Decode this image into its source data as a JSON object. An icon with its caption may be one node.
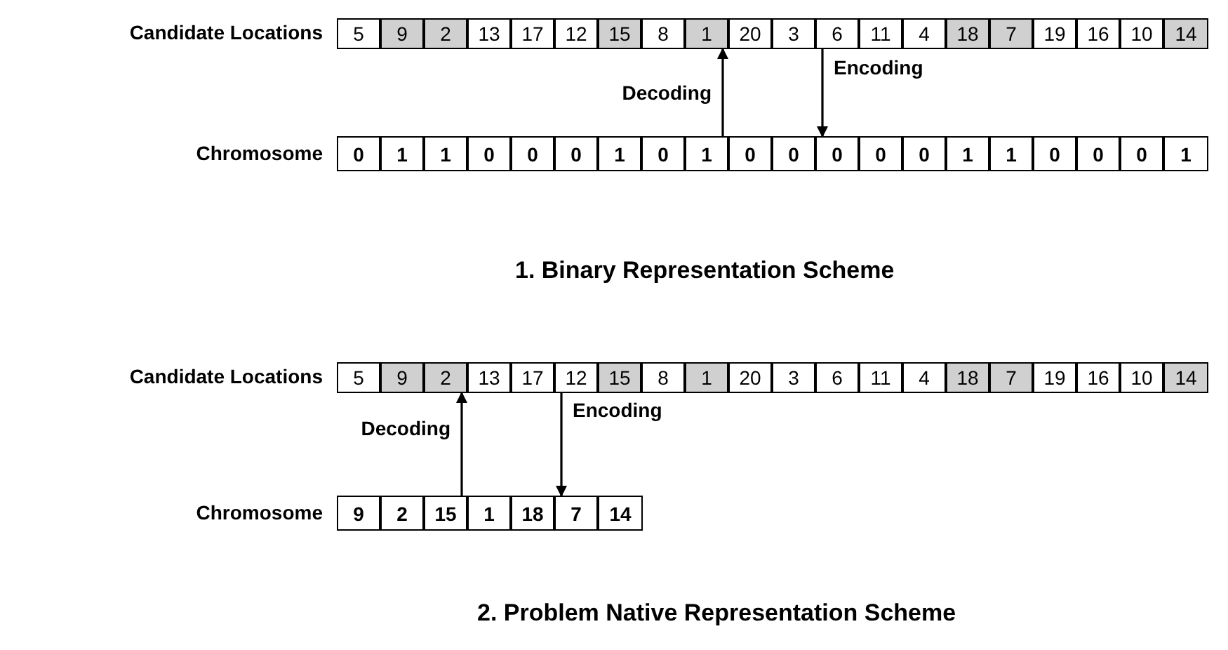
{
  "diagram": {
    "nodes": [
      {
        "text": [
          "5"
        ]
      },
      {
        "text": [
          "9"
        ]
      },
      {
        "text": [
          "2"
        ]
      },
      {
        "text": [
          "13"
        ]
      },
      {
        "text": [
          "17"
        ]
      },
      {
        "text": [
          "12"
        ]
      },
      {
        "text": [
          "15"
        ]
      },
      {
        "text": [
          "8"
        ]
      },
      {
        "text": [
          "1"
        ]
      },
      {
        "text": [
          "20"
        ]
      },
      {
        "text": [
          "3"
        ]
      },
      {
        "text": [
          "6"
        ]
      },
      {
        "text": [
          "11"
        ]
      },
      {
        "text": [
          "4"
        ]
      },
      {
        "text": [
          "18"
        ]
      },
      {
        "text": [
          "7"
        ]
      },
      {
        "text": [
          "19"
        ]
      },
      {
        "text": [
          "16"
        ]
      },
      {
        "text": [
          "10"
        ]
      },
      {
        "text": [
          "14"
        ]
      },
      {
        "text": [
          "0"
        ]
      },
      {
        "text": [
          "1"
        ]
      },
      {
        "text": [
          "1"
        ]
      },
      {
        "text": [
          "0"
        ]
      },
      {
        "text": [
          "0"
        ]
      },
      {
        "text": [
          "0"
        ]
      },
      {
        "text": [
          "1"
        ]
      },
      {
        "text": [
          "0"
        ]
      },
      {
        "text": [
          "1"
        ]
      },
      {
        "text": [
          "0"
        ]
      },
      {
        "text": [
          "0"
        ]
      },
      {
        "text": [
          "0"
        ]
      },
      {
        "text": [
          "0"
        ]
      },
      {
        "text": [
          "0"
        ]
      },
      {
        "text": [
          "1"
        ]
      },
      {
        "text": [
          "1"
        ]
      },
      {
        "text": [
          "0"
        ]
      },
      {
        "text": [
          "0"
        ]
      },
      {
        "text": [
          "0"
        ]
      },
      {
        "text": [
          "1"
        ]
      },
      {
        "text": [
          "5"
        ]
      },
      {
        "text": [
          "9"
        ]
      },
      {
        "text": [
          "2"
        ]
      },
      {
        "text": [
          "13"
        ]
      },
      {
        "text": [
          "17"
        ]
      },
      {
        "text": [
          "12"
        ]
      },
      {
        "text": [
          "15"
        ]
      },
      {
        "text": [
          "8"
        ]
      },
      {
        "text": [
          "1"
        ]
      },
      {
        "text": [
          "20"
        ]
      },
      {
        "text": [
          "3"
        ]
      },
      {
        "text": [
          "6"
        ]
      },
      {
        "text": [
          "11"
        ]
      },
      {
        "text": [
          "4"
        ]
      },
      {
        "text": [
          "18"
        ]
      },
      {
        "text": [
          "7"
        ]
      },
      {
        "text": [
          "19"
        ]
      },
      {
        "text": [
          "16"
        ]
      },
      {
        "text": [
          "10"
        ]
      },
      {
        "text": [
          "14"
        ]
      },
      {
        "text": [
          "9"
        ]
      },
      {
        "text": [
          "2"
        ]
      },
      {
        "text": [
          "15"
        ]
      },
      {
        "text": [
          "1"
        ]
      },
      {
        "text": [
          "18"
        ]
      },
      {
        "text": [
          "7"
        ]
      },
      {
        "text": [
          "14"
        ]
      }
    ],
    "edges": [
      {
        "from": 28,
        "to": 8,
        "arrow": "to",
        "label": "Decoding"
      },
      {
        "from": 11,
        "to": 31,
        "arrow": "to",
        "label": "Encoding"
      },
      {
        "from": 62,
        "to": 42,
        "arrow": "to",
        "label": "Decoding"
      },
      {
        "from": 45,
        "to": 65,
        "arrow": "to",
        "label": "Encoding"
      }
    ],
    "labels": [
      "Candidate Locations",
      "Chromosome",
      "1. Binary Representation Scheme",
      "Candidate Locations",
      "Chromosome",
      "2. Problem Native Representation Scheme"
    ]
  }
}
